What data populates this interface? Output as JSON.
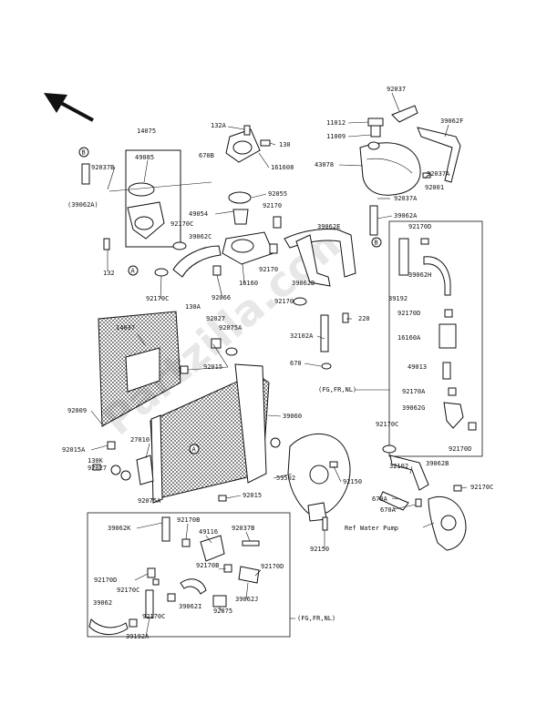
{
  "labels": {
    "p92037": "92037",
    "p39062F": "39062F",
    "p11012": "11012",
    "p11009": "11009",
    "p43078": "43078",
    "p92037A_top": "92037A",
    "p92001": "92001",
    "p92037A_b": "92037A",
    "p39062A": "39062A",
    "p14075": "14075",
    "p49085": "49085",
    "p92037B": "92037B",
    "p39062A_l": "(39062A)",
    "p132A": "132A",
    "p130": "130",
    "p161608": "161608",
    "p670B": "670B",
    "p92055": "92055",
    "p49054": "49054",
    "p92170_a": "92170",
    "p92170C_a": "92170C",
    "p39062C": "39062C",
    "p39062E": "39062E",
    "p92170D_top": "92170D",
    "p39062H": "39062H",
    "p132": "132",
    "p92170C_b": "92170C",
    "p92066": "92066",
    "p16160": "16160",
    "p92170_b": "92170",
    "p39062D": "39062D",
    "p39192": "39192",
    "p92170_c": "92170",
    "p220": "220",
    "p130A": "130A",
    "p92027": "92027",
    "p92075A": "92075A",
    "p14037": "14037",
    "p32102A": "32102A",
    "p92170D_r": "92170D",
    "p16160A": "16160A",
    "p670": "670",
    "p49013": "49013",
    "p92015_a": "92015",
    "p92170A": "92170A",
    "p39060": "39060",
    "p39062G": "39062G",
    "p92009": "92009",
    "p92170D_low": "92170D",
    "p92015A": "92015A",
    "p27010": "27010",
    "p92170C_c": "92170C",
    "p39062B": "39062B",
    "p130K": "130K",
    "p92027_b": "92027",
    "p92075A_b": "92075A",
    "p59502": "59502",
    "p92150_a": "92150",
    "p32102": "32102",
    "p92170C_d": "92170C",
    "p670A": "670A",
    "p92015_b": "92015",
    "p670A_b": "670A",
    "p92150_b": "92150",
    "p39062K": "39062K",
    "p92170B_a": "92170B",
    "p49116": "49116",
    "p92037B_b": "92037B",
    "p92170B_b": "92170B",
    "p92170D_b": "92170D",
    "p92170D_c": "92170D",
    "p92170C_e": "92170C",
    "p39062I": "39062I",
    "p39062J": "39062J",
    "p39062": "39062",
    "p92170C_f": "92170C",
    "p92075": "92075",
    "p39192A": "39192A",
    "ref_water_pump": "Ref Water Pump",
    "fg_fr_nl_a": "(FG,FR,NL)",
    "fg_fr_nl_b": "(FG,FR,NL)",
    "callout_B_a": "B",
    "callout_B_b": "B",
    "callout_A_a": "A",
    "callout_A_b": "A",
    "watermark": "Partzilla.com"
  }
}
